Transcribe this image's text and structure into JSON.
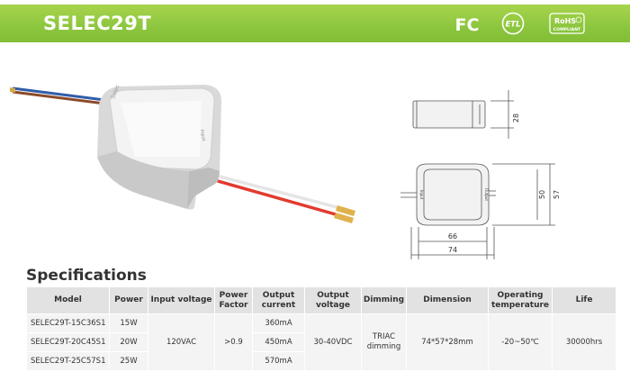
{
  "header": {
    "title": "SELEC29T",
    "cert_fc": "FC",
    "cert_etl": "ETL",
    "cert_rohs_top": "RoHS",
    "cert_rohs_bottom": "COMPLIANT"
  },
  "product": {
    "label_top": "Selec",
    "label_side": "Input"
  },
  "drawing": {
    "height_dim": "28",
    "inner_width_dim": "66",
    "outer_width_dim": "74",
    "inner_height_dim": "50",
    "outer_height_dim": "57",
    "input_label": "Input",
    "output_label": "Output"
  },
  "specs": {
    "title": "Specifications",
    "headers": [
      {
        "line1": "Model",
        "line2": ""
      },
      {
        "line1": "Power",
        "line2": ""
      },
      {
        "line1": "Input voltage",
        "line2": ""
      },
      {
        "line1": "Power",
        "line2": "Factor"
      },
      {
        "line1": "Output",
        "line2": "current"
      },
      {
        "line1": "Output",
        "line2": "voltage"
      },
      {
        "line1": "Dimming",
        "line2": ""
      },
      {
        "line1": "Dimension",
        "line2": ""
      },
      {
        "line1": "Operating",
        "line2": "temperature"
      },
      {
        "line1": "Life",
        "line2": ""
      }
    ],
    "rows": [
      {
        "model": "SELEC29T-15C36S1",
        "power": "15W",
        "current": "360mA"
      },
      {
        "model": "SELEC29T-20C45S1",
        "power": "20W",
        "current": "450mA"
      },
      {
        "model": "SELEC29T-25C57S1",
        "power": "25W",
        "current": "570mA"
      }
    ],
    "shared": {
      "input_voltage": "120VAC",
      "power_factor": ">0.9",
      "output_voltage": "30-40VDC",
      "dimming_line1": "TRIAC",
      "dimming_line2": "dimming",
      "dimension": "74*57*28mm",
      "temperature": "-20~50℃",
      "life": "30000hrs"
    }
  },
  "colors": {
    "header_green": "#8cc63f",
    "housing_gray": "#e6e6e6",
    "table_header": "#e2e2e2"
  }
}
